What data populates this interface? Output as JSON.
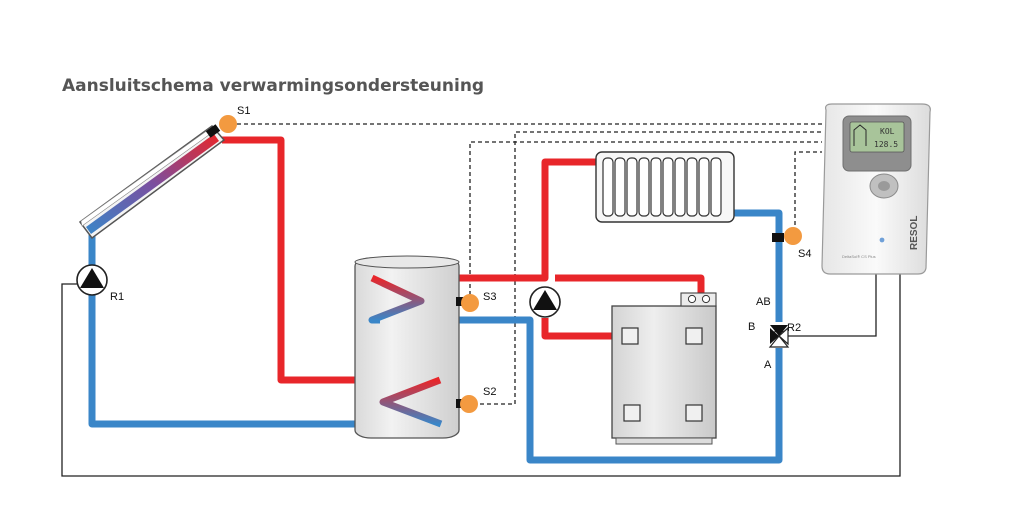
{
  "title": "Aansluitschema verwarmingsondersteuning",
  "labels": {
    "s1": "S1",
    "s2": "S2",
    "s3": "S3",
    "s4": "S4",
    "r1": "R1",
    "r2": "R2",
    "ab": "AB",
    "a": "A",
    "b": "B"
  },
  "controller": {
    "brand": "RESOL",
    "display_line1": "KOL",
    "display_line2": "128.5",
    "model": "DeltaSol® CS Plus"
  },
  "colors": {
    "hot": "#e8262a",
    "cold": "#3a86c8",
    "sensor": "#f39a40",
    "title": "#555555",
    "display": "#a8c49a"
  },
  "icons": {
    "pump": "pump-icon",
    "valve": "three-way-valve-icon",
    "sensor": "sensor-icon"
  }
}
